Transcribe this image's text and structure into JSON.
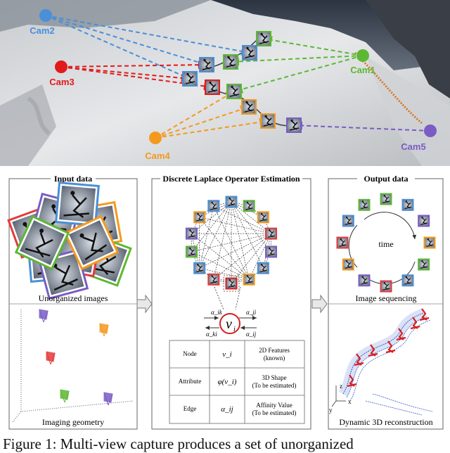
{
  "cameras": [
    {
      "label": "Cam2",
      "color": "#4a8fd8"
    },
    {
      "label": "Cam3",
      "color": "#e21a1a"
    },
    {
      "label": "Cam1",
      "color": "#5cb832"
    },
    {
      "label": "Cam4",
      "color": "#f39a1e"
    },
    {
      "label": "Cam5",
      "color": "#7a5cc4"
    }
  ],
  "panels": {
    "input": {
      "title": "Input data",
      "caption_top": "Unorganized images",
      "caption_bottom": "Imaging geometry"
    },
    "laplace": {
      "title": "Discrete Laplace Operator Estimation"
    },
    "output": {
      "title": "Output data",
      "caption_top": "Image sequencing",
      "caption_bottom": "Dynamic 3D reconstruction",
      "time_label": "time"
    }
  },
  "node": {
    "symbol": "v",
    "subscript": "i",
    "edges": {
      "top_left": "α_ik",
      "top_right": "α_ji",
      "bottom_left": "α_ki",
      "bottom_right": "α_ij"
    }
  },
  "table": {
    "rows": [
      {
        "name": "Node",
        "symbol": "v_i",
        "desc1": "2D Features",
        "desc2": "(known)"
      },
      {
        "name": "Attribute",
        "symbol": "φ(v_i)",
        "desc1": "3D Shape",
        "desc2": "(To be estimated)"
      },
      {
        "name": "Edge",
        "symbol": "α_ij",
        "desc1": "Affinity Value",
        "desc2": "(To be estimated)"
      }
    ]
  },
  "axes": {
    "z": "z",
    "x": "x",
    "y": "y"
  },
  "caption": "Figure 1: Multi-view capture produces a set of unorganized"
}
